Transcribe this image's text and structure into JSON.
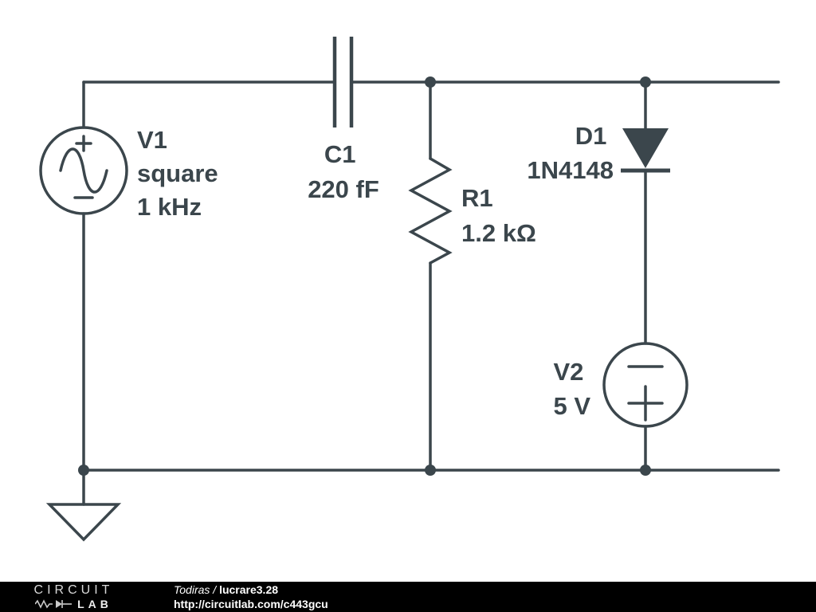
{
  "components": {
    "v1": {
      "name": "V1",
      "waveform": "square",
      "frequency": "1 kHz"
    },
    "c1": {
      "name": "C1",
      "value": "220 fF"
    },
    "r1": {
      "name": "R1",
      "value": "1.2 kΩ"
    },
    "d1": {
      "name": "D1",
      "part": "1N4148"
    },
    "v2": {
      "name": "V2",
      "value": "5 V"
    }
  },
  "footer": {
    "logo_circuit": "CIRCUIT",
    "logo_lab": "LAB",
    "author_prefix": "Todiras / ",
    "schematic_title": "lucrare3.28",
    "url": "http://circuitlab.com/c443gcu"
  },
  "colors": {
    "wire": "#3b464c",
    "background": "#ffffff",
    "footer_bg": "#000000",
    "footer_text": "#ffffff"
  }
}
